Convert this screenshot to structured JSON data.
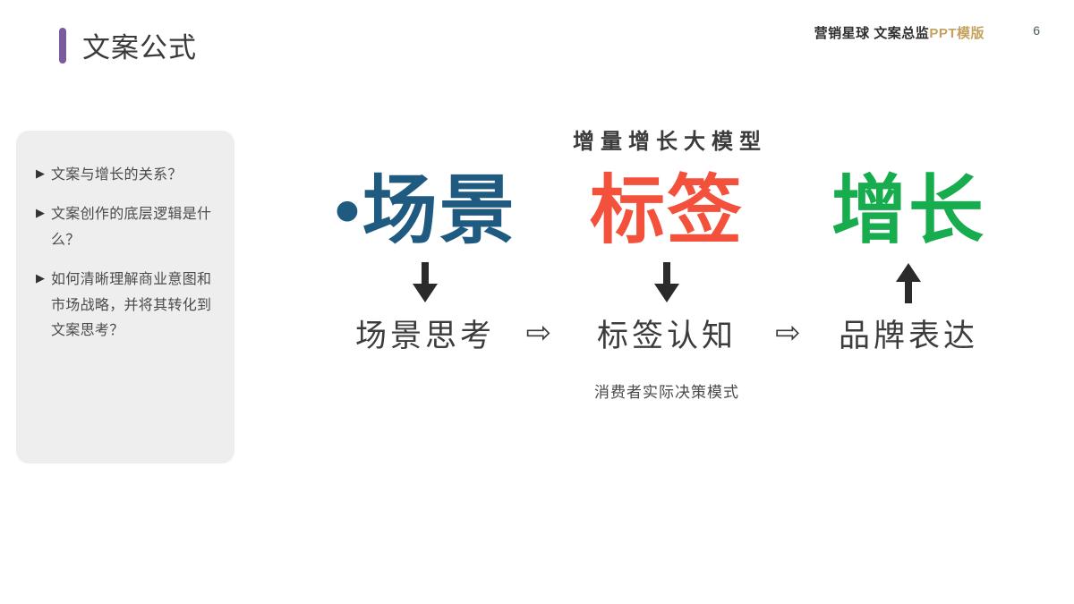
{
  "header": {
    "title": "文案公式",
    "accent_color": "#7a5c9e",
    "brand_main": "营销星球 文案总监",
    "brand_sub": "PPT模版",
    "brand_sub_color": "#c6a15e",
    "page_number": "6"
  },
  "question_panel": {
    "marker": "▶",
    "items": [
      {
        "text": "文案与增长的关系？"
      },
      {
        "text": "文案创作的底层逻辑是什么？"
      },
      {
        "text": "如何清晰理解商业意图和市场战略，并将其转化到文案思考？"
      }
    ]
  },
  "diagram": {
    "title": "增量增长大模型",
    "caption": "消费者实际决策模式",
    "columns": [
      {
        "keyword": "•场景",
        "keyword_color": "#1f5b80",
        "arrow_direction": "down",
        "outcome": "场景思考"
      },
      {
        "keyword": "标签",
        "keyword_color": "#f4513c",
        "arrow_direction": "down",
        "outcome": "标签认知"
      },
      {
        "keyword": "增长",
        "keyword_color": "#17ad4e",
        "arrow_direction": "up",
        "outcome": "品牌表达"
      }
    ],
    "flow_arrow_glyph": "⇨"
  }
}
